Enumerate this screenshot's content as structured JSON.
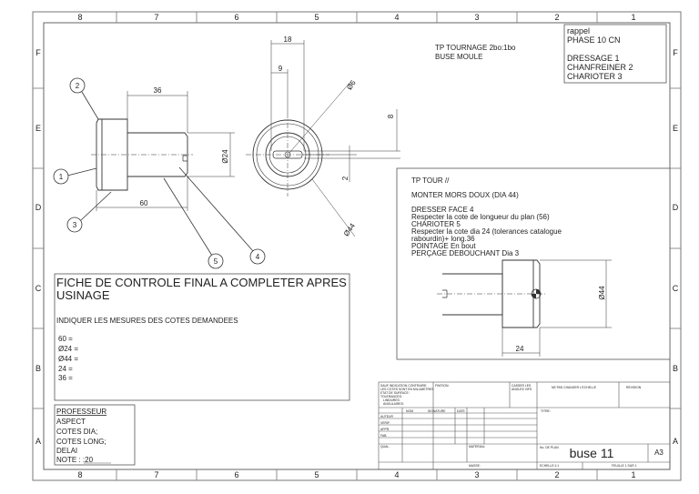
{
  "grid": {
    "columns": [
      "8",
      "7",
      "6",
      "5",
      "4",
      "3",
      "2",
      "1"
    ],
    "rows": [
      "F",
      "E",
      "D",
      "C",
      "B",
      "A"
    ]
  },
  "header": {
    "line1": "TP TOURNAGE 2bo:1bo",
    "line2": "BUSE MOULE"
  },
  "rappel": {
    "lines": [
      "rappel",
      "PHASE 10 CN",
      "",
      "DRESSAGE 1",
      "CHANFREINER 2",
      "CHARIOTER 3"
    ]
  },
  "front_view": {
    "dims": {
      "d36": "36",
      "d60": "60",
      "d24": "Ø24"
    },
    "balloons": [
      "1",
      "2",
      "3",
      "4",
      "5"
    ]
  },
  "side_view": {
    "dims": {
      "d18": "18",
      "d9": "9",
      "d8": "8",
      "d6": "Ø6",
      "d2": "2",
      "d44": "Ø44"
    }
  },
  "tp_tour": {
    "lines": [
      "TP TOUR //",
      "",
      "MONTER MORS DOUX (DIA 44)",
      "",
      "DRESSER FACE 4",
      "Respecter la cote de longueur du plan (56)",
      "CHARIOTER 5",
      "Respecter la cote  dia 24 (tolerances catalogue",
      "rabourdin)+ long.36",
      "POINTAGE En bout",
      "PERÇAGE DEBOUCHANT Dia 3"
    ],
    "dims": {
      "d44": "Ø44",
      "d24": "24"
    }
  },
  "fiche": {
    "title_line1": "FICHE DE CONTROLE FINAL A COMPLETER APRES",
    "title_line2": "USINAGE",
    "instruction": "INDIQUER LES MESURES DES COTES DEMANDEES",
    "measures": [
      "60 =",
      "Ø24 =",
      "Ø44 =",
      "24 =",
      "36 ="
    ]
  },
  "professeur": {
    "lines": [
      "PROFESSEUR",
      "ASPECT",
      "COTES DIA;",
      "COTES LONG;",
      "DELAI",
      "NOTE :             :20"
    ]
  },
  "title_block": {
    "notes": [
      "SAUF INDICATION CONTRAIRE:",
      "LES COTES SONT EN MILLIMETRES",
      "ETAT DE SURFACE:",
      "TOLERANCES:",
      "LINEAIRES:",
      "ANGULAIRES:"
    ],
    "finition": "FINITION:",
    "casser_angles": [
      "CASSER LES",
      "ANGLES VIFS"
    ],
    "ne_pas": "NE PAS CHANGER L'ECHELLE",
    "revision": "REVISION",
    "nom": "NOM",
    "signature": "SIGNATURE",
    "date": "DATE",
    "titre": "TITRE:",
    "roles": [
      "AUTEUR",
      "VERIF.",
      "APPR.",
      "FAB.",
      "QUAL."
    ],
    "materiau": "MATERIAU:",
    "masse": "MASSE:",
    "no_plan": "No. DE PLAN",
    "echelle": "ECHELLE:1:1",
    "feuille": "FEUILLE 1 SUR 1",
    "part_name": "buse 11",
    "format": "A3"
  }
}
